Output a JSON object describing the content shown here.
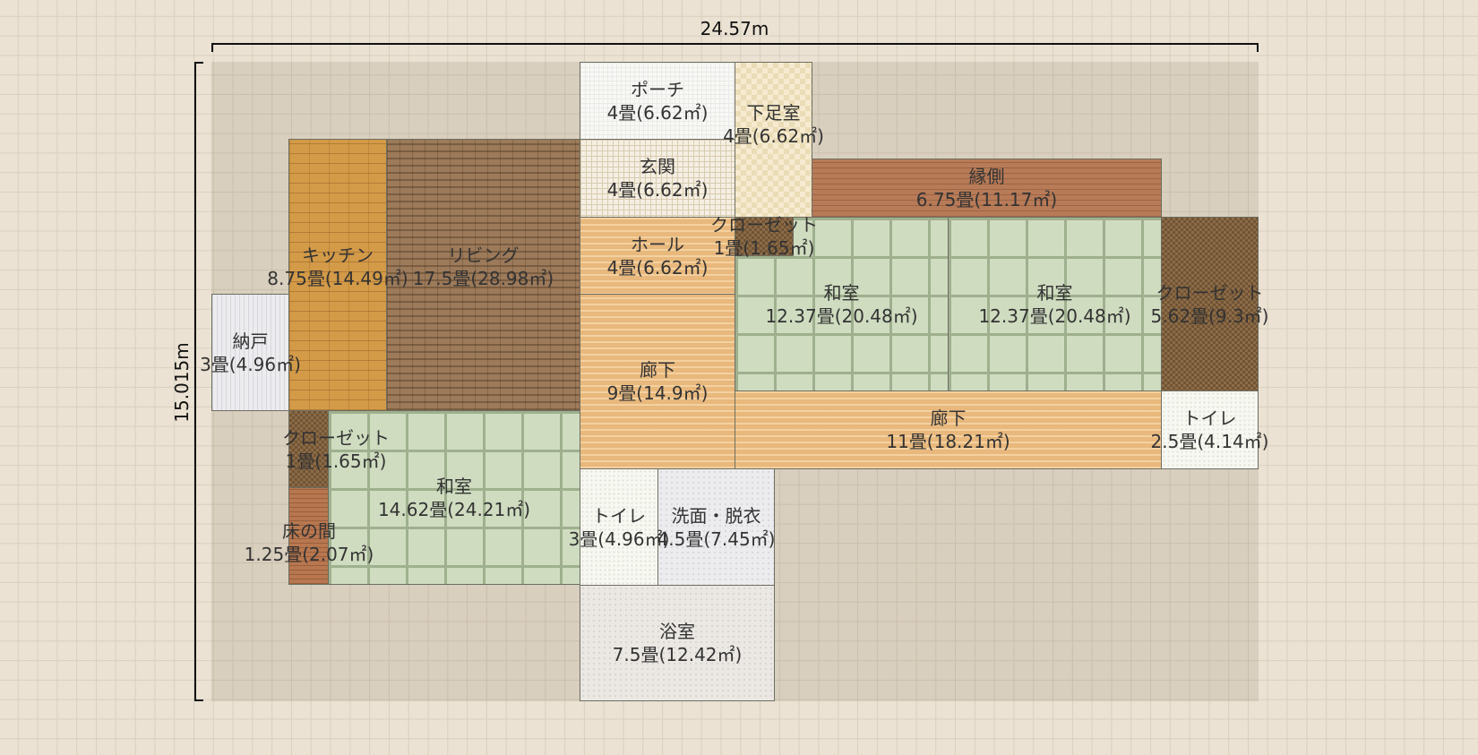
{
  "dimensions": {
    "width_label": "24.57m",
    "height_label": "15.015m"
  },
  "rooms": {
    "porch": {
      "name": "ポーチ",
      "area": "4畳(6.62㎡)"
    },
    "shoe_room": {
      "name": "下足室",
      "area": "4畳(6.62㎡)"
    },
    "entrance": {
      "name": "玄関",
      "area": "4畳(6.62㎡)"
    },
    "engawa": {
      "name": "縁側",
      "area": "6.75畳(11.17㎡)"
    },
    "kitchen": {
      "name": "キッチン",
      "area": "8.75畳(14.49㎡)"
    },
    "living": {
      "name": "リビング",
      "area": "17.5畳(28.98㎡)"
    },
    "hall": {
      "name": "ホール",
      "area": "4畳(6.62㎡)"
    },
    "closet_small_top": {
      "name": "クローゼット",
      "area": "1畳(1.65㎡)"
    },
    "washitsu_mid": {
      "name": "和室",
      "area": "12.37畳(20.48㎡)"
    },
    "washitsu_right": {
      "name": "和室",
      "area": "12.37畳(20.48㎡)"
    },
    "closet_right": {
      "name": "クローゼット",
      "area": "5.62畳(9.3㎡)"
    },
    "nando": {
      "name": "納戸",
      "area": "3畳(4.96㎡)"
    },
    "corridor_center": {
      "name": "廊下",
      "area": "9畳(14.9㎡)"
    },
    "corridor_long": {
      "name": "廊下",
      "area": "11畳(18.21㎡)"
    },
    "toilet_right": {
      "name": "トイレ",
      "area": "2.5畳(4.14㎡)"
    },
    "closet_left": {
      "name": "クローゼット",
      "area": "1畳(1.65㎡)"
    },
    "washitsu_left": {
      "name": "和室",
      "area": "14.62畳(24.21㎡)"
    },
    "tokonoma": {
      "name": "床の間",
      "area": "1.25畳(2.07㎡)"
    },
    "toilet_center": {
      "name": "トイレ",
      "area": "3畳(4.96㎡)"
    },
    "washroom": {
      "name": "洗面・脱衣",
      "area": "4.5畳(7.45㎡)"
    },
    "bathroom": {
      "name": "浴室",
      "area": "7.5畳(12.42㎡)"
    }
  }
}
